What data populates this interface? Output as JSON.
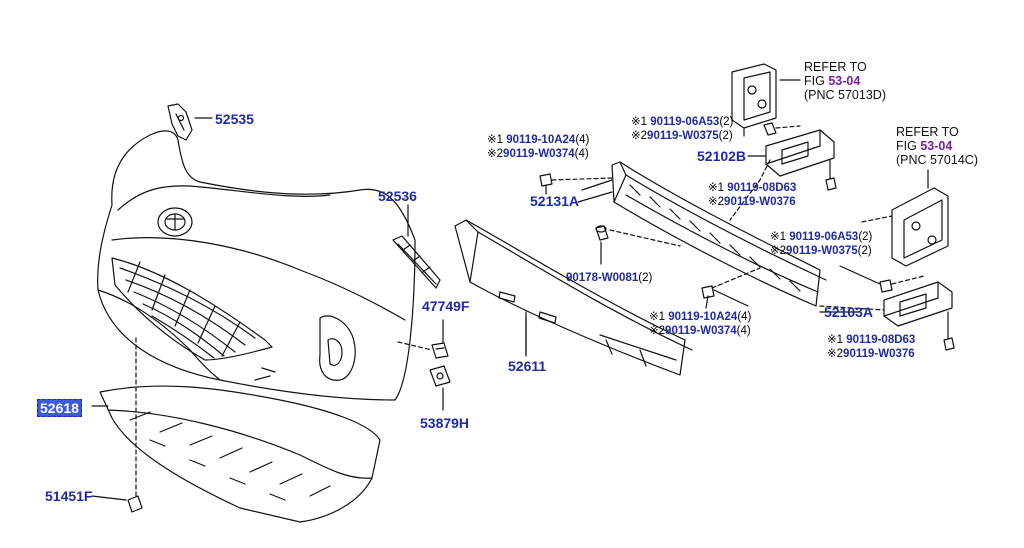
{
  "parts": {
    "p52535": "52535",
    "p52536": "52536",
    "p47749F": "47749F",
    "p53879H": "53879H",
    "p52611": "52611",
    "p52618": "52618",
    "p51451F": "51451F",
    "p52131A": "52131A",
    "p52102B": "52102B",
    "p52103A": "52103A",
    "p90178": "90178-W0081",
    "p90178_qty": "(2)"
  },
  "notes": {
    "bolt_center": [
      {
        "mark": "※1",
        "pn": "90119-10A24",
        "qty": "(4)"
      },
      {
        "mark": "※2",
        "pn": "90119-W0374",
        "qty": "(4)"
      }
    ],
    "bolt_left": [
      {
        "mark": "※1",
        "pn": "90119-10A24",
        "qty": "(4)"
      },
      {
        "mark": "※2",
        "pn": "90119-W0374",
        "qty": "(4)"
      }
    ],
    "bolt_top": [
      {
        "mark": "※1",
        "pn": "90119-06A53",
        "qty": "(2)"
      },
      {
        "mark": "※2",
        "pn": "90119-W0375",
        "qty": "(2)"
      }
    ],
    "bolt_mid": [
      {
        "mark": "※1",
        "pn": "90119-08D63",
        "qty": ""
      },
      {
        "mark": "※2",
        "pn": "90119-W0376",
        "qty": ""
      }
    ],
    "bolt_right_top": [
      {
        "mark": "※1",
        "pn": "90119-06A53",
        "qty": "(2)"
      },
      {
        "mark": "※2",
        "pn": "90119-W0375",
        "qty": "(2)"
      }
    ],
    "bolt_right_bot": [
      {
        "mark": "※1",
        "pn": "90119-08D63",
        "qty": ""
      },
      {
        "mark": "※2",
        "pn": "90119-W0376",
        "qty": ""
      }
    ]
  },
  "refs": {
    "ref1": {
      "line1": "REFER TO",
      "fig_prefix": "FIG ",
      "fig": "53-04",
      "line3": "(PNC 57013D)"
    },
    "ref2": {
      "line1": "REFER TO",
      "fig_prefix": "FIG ",
      "fig": "53-04",
      "line3": "(PNC 57014C)"
    }
  },
  "colors": {
    "part_label": "#1f2aa6",
    "selected_bg": "#3b5bdb",
    "figure_ref": "#7a1fa2",
    "line_art": "#111111"
  }
}
